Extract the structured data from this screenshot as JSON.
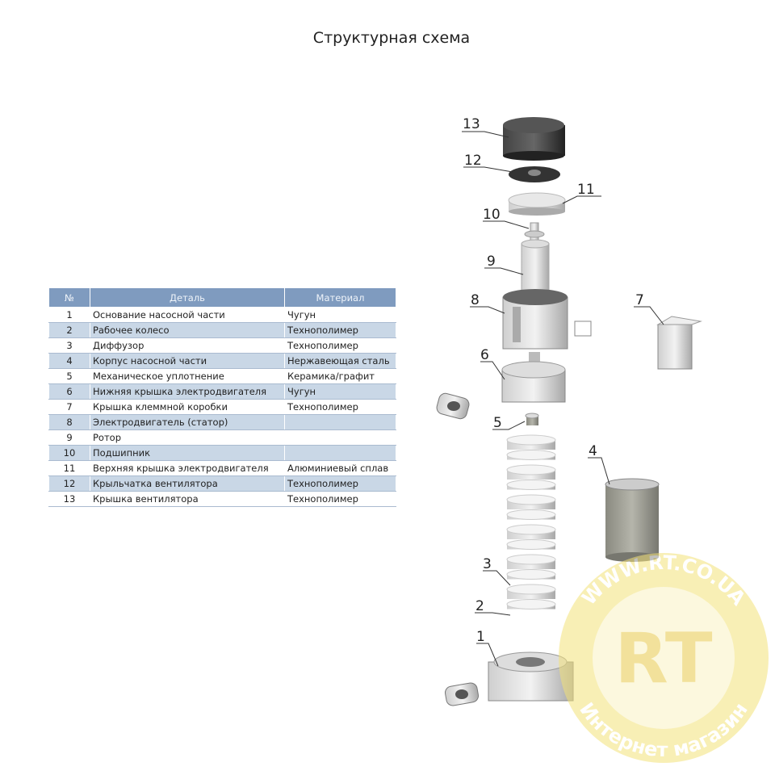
{
  "title": "Структурная схема",
  "table": {
    "headers": [
      "№",
      "Деталь",
      "Материал"
    ],
    "rows": [
      {
        "n": "1",
        "part": "Основание насосной части",
        "material": "Чугун"
      },
      {
        "n": "2",
        "part": "Рабочее колесо",
        "material": "Технополимер"
      },
      {
        "n": "3",
        "part": "Диффузор",
        "material": "Технополимер"
      },
      {
        "n": "4",
        "part": "Корпус насосной части",
        "material": "Нержавеющая сталь"
      },
      {
        "n": "5",
        "part": "Механическое уплотнение",
        "material": "Керамика/графит"
      },
      {
        "n": "6",
        "part": "Нижняя крышка электродвигателя",
        "material": "Чугун"
      },
      {
        "n": "7",
        "part": "Крышка клеммной коробки",
        "material": "Технополимер"
      },
      {
        "n": "8",
        "part": "Электродвигатель (статор)",
        "material": ""
      },
      {
        "n": "9",
        "part": "Ротор",
        "material": ""
      },
      {
        "n": "10",
        "part": "Подшипник",
        "material": ""
      },
      {
        "n": "11",
        "part": "Верхняя крышка электродвигателя",
        "material": "Алюминиевый сплав"
      },
      {
        "n": "12",
        "part": "Крыльчатка вентилятора",
        "material": "Технополимер"
      },
      {
        "n": "13",
        "part": "Крышка вентилятора",
        "material": "Технополимер"
      }
    ]
  },
  "diagram_labels": {
    "l1": "1",
    "l2": "2",
    "l3": "3",
    "l4": "4",
    "l5": "5",
    "l6": "6",
    "l7": "7",
    "l8": "8",
    "l9": "9",
    "l10": "10",
    "l11": "11",
    "l12": "12",
    "l13": "13"
  },
  "watermark": {
    "url": "WWW.RT.CO.UA",
    "logo": "RT",
    "caption": "Интернет магазин"
  }
}
